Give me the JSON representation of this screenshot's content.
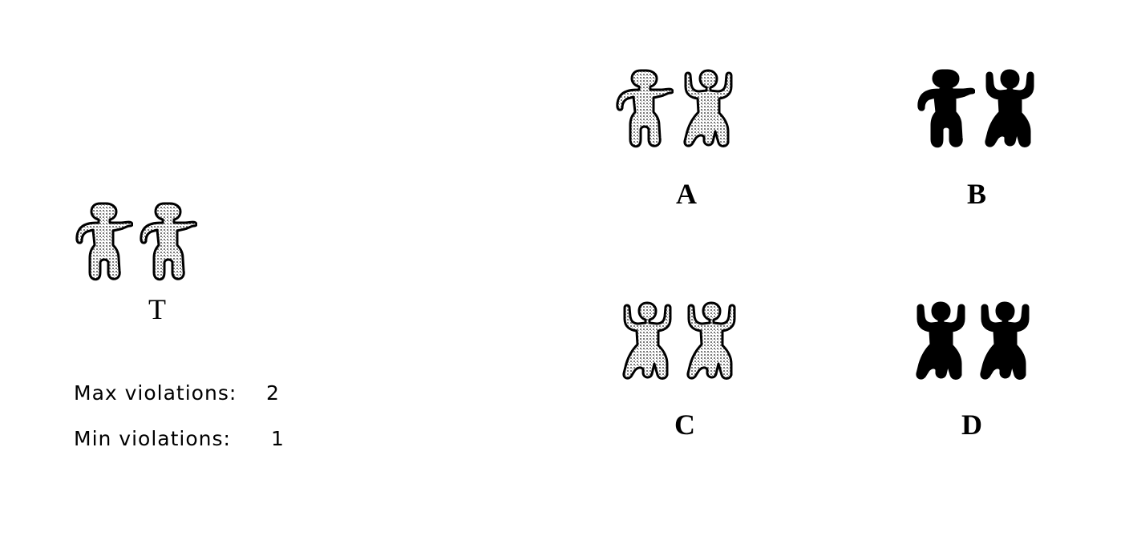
{
  "target": {
    "label": "T"
  },
  "stats": {
    "max_label": "Max violations:",
    "max_value": "2",
    "min_label": "Min violations:",
    "min_value": "1"
  },
  "options": [
    {
      "label": "A"
    },
    {
      "label": "B"
    },
    {
      "label": "C"
    },
    {
      "label": "D"
    }
  ],
  "colors": {
    "outline": "#000000",
    "dotted_fill": "stippled gray",
    "solid_fill": "#000000",
    "background": "#ffffff"
  }
}
